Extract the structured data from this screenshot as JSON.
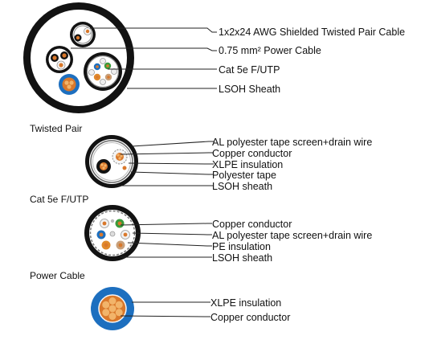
{
  "main_cable": {
    "labels": [
      "1x2x24 AWG Shielded Twisted Pair Cable",
      "0.75 mm² Power Cable",
      "Cat 5e F/UTP",
      "LSOH Sheath"
    ]
  },
  "twisted_pair": {
    "title": "Twisted Pair",
    "labels": [
      "AL polyester tape screen+drain wire",
      "Copper conductor",
      "XLPE insulation",
      "Polyester tape",
      "LSOH sheath"
    ]
  },
  "cat5e": {
    "title": "Cat 5e F/UTP",
    "labels": [
      "Copper conductor",
      "AL polyester tape screen+drain wire",
      "PE insulation",
      "LSOH sheath"
    ]
  },
  "power_cable": {
    "title": "Power Cable",
    "labels": [
      "XLPE insulation",
      "Copper conductor"
    ]
  },
  "colors": {
    "sheath": "#121212",
    "blue_insulation": "#1d6fbf",
    "copper": "#d9782b",
    "copper_light": "#f2b46a",
    "tan_insulation": "#c8a07a",
    "screen_grey": "#9a9a9a"
  }
}
